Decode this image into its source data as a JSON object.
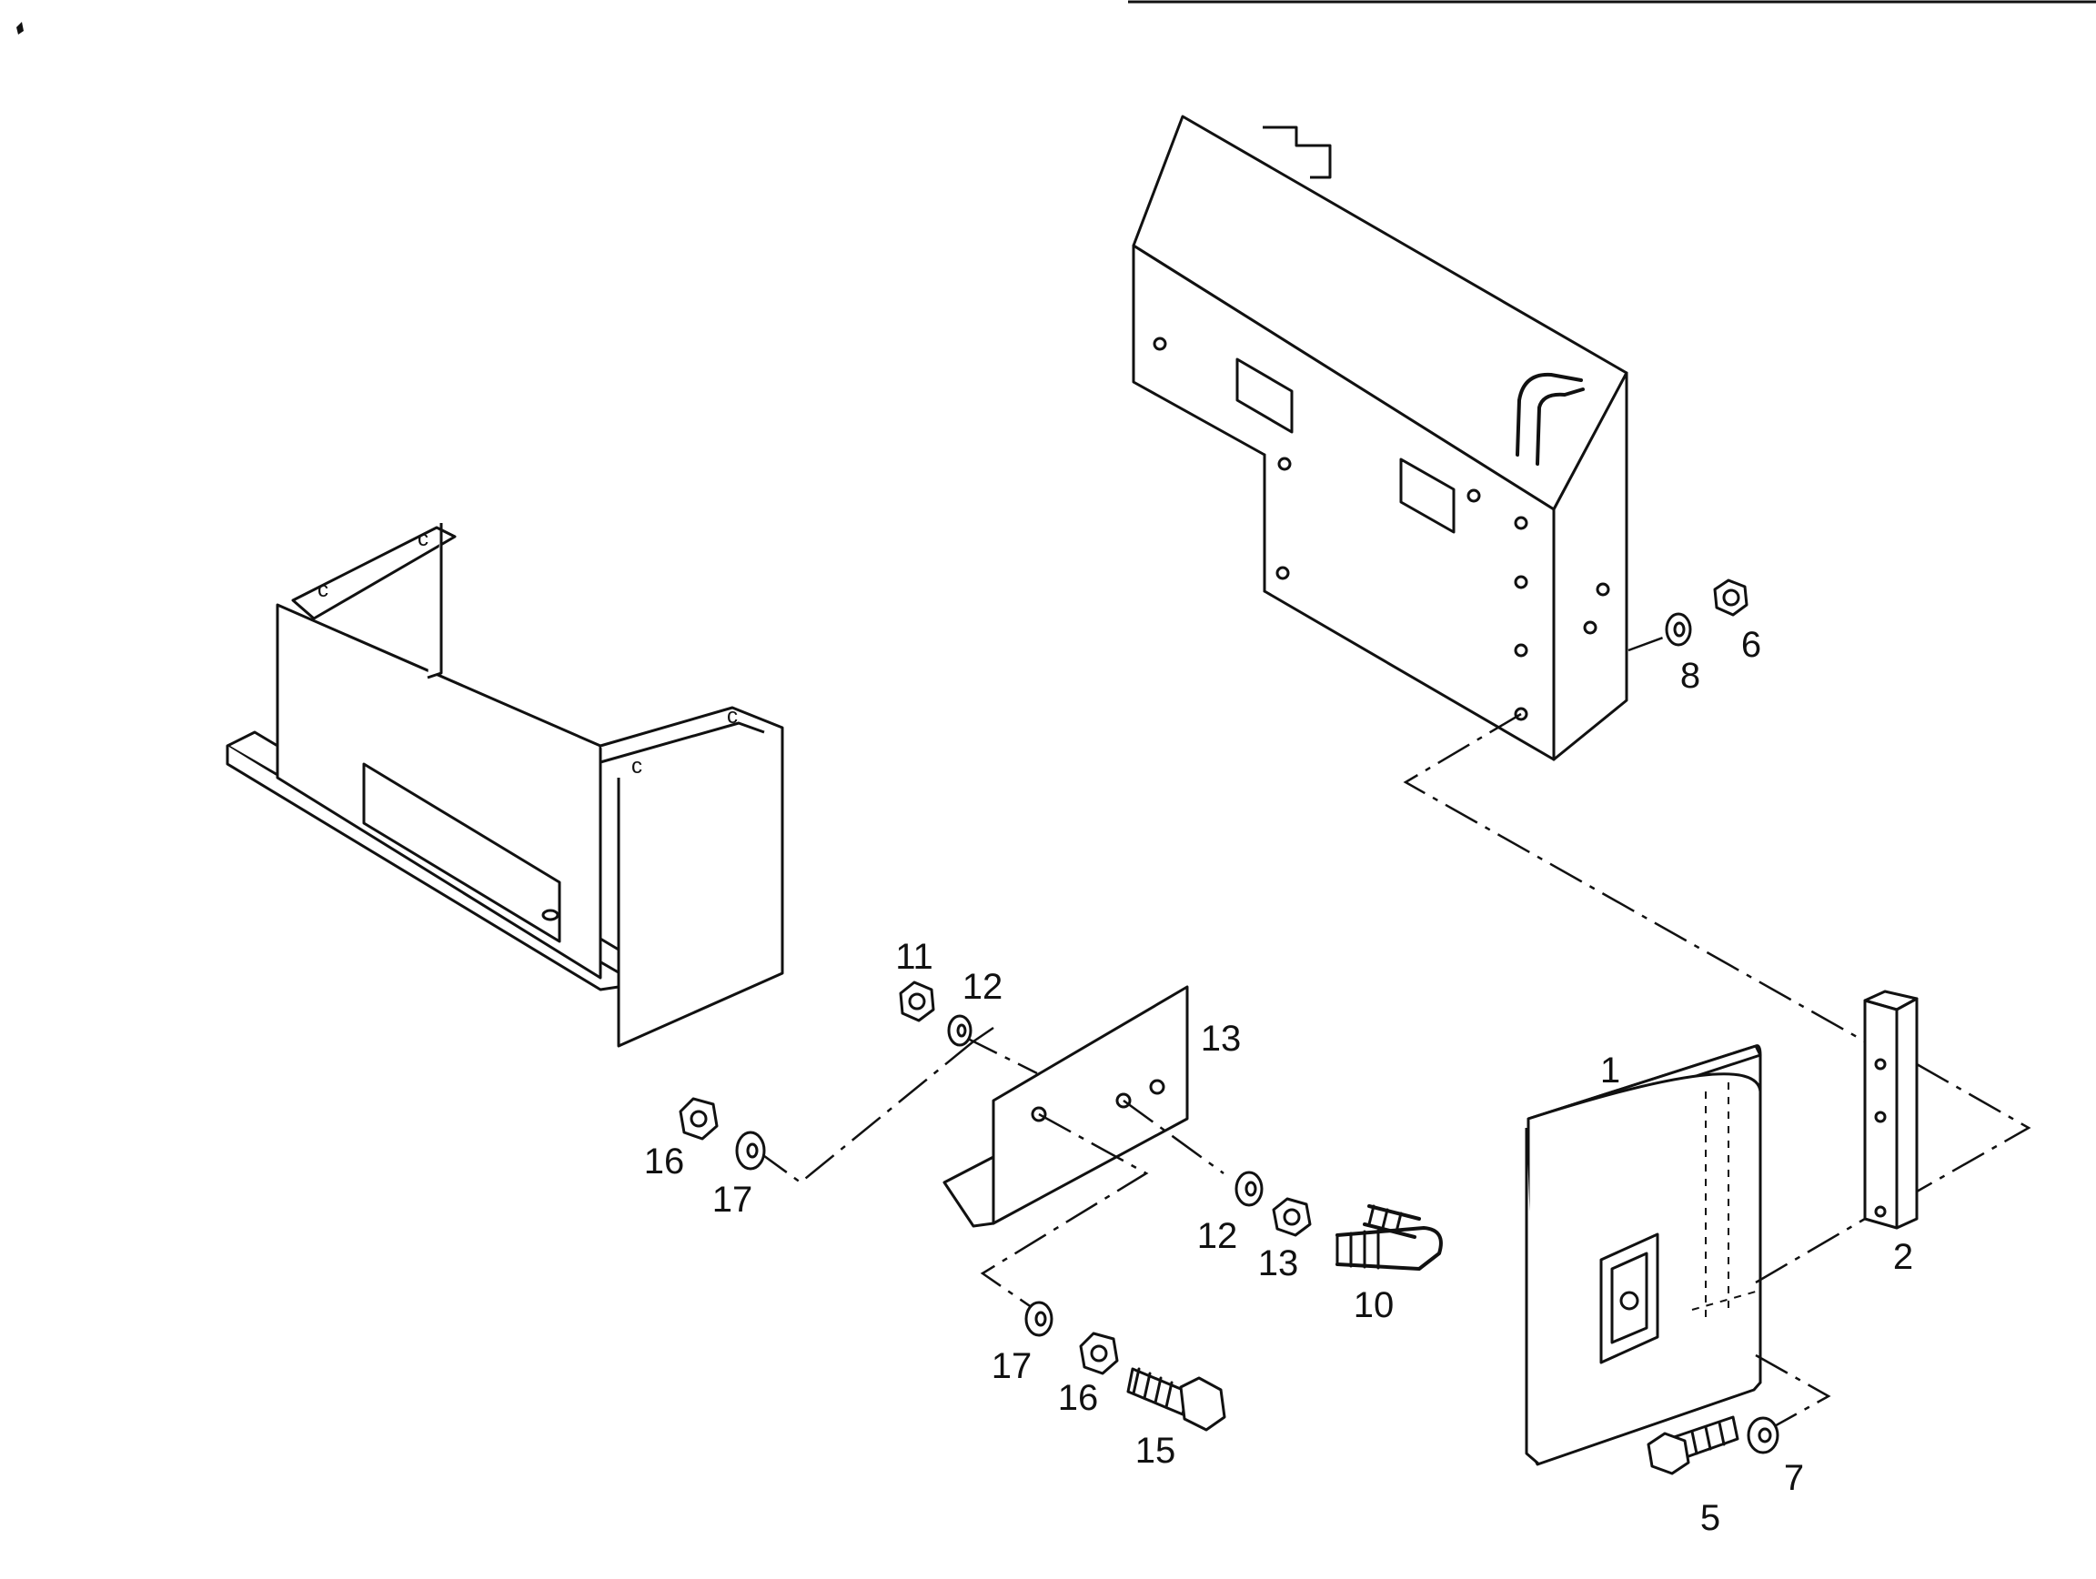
{
  "diagram": {
    "callouts": [
      {
        "id": "c1",
        "text": "1"
      },
      {
        "id": "c2",
        "text": "2"
      },
      {
        "id": "c5",
        "text": "5"
      },
      {
        "id": "c6",
        "text": "6"
      },
      {
        "id": "c7",
        "text": "7"
      },
      {
        "id": "c8",
        "text": "8"
      },
      {
        "id": "c10",
        "text": "10"
      },
      {
        "id": "c11",
        "text": "11"
      },
      {
        "id": "c12a",
        "text": "12"
      },
      {
        "id": "c12b",
        "text": "12"
      },
      {
        "id": "c13a",
        "text": "13"
      },
      {
        "id": "c13b",
        "text": "13"
      },
      {
        "id": "c15",
        "text": "15"
      },
      {
        "id": "c16a",
        "text": "16"
      },
      {
        "id": "c16b",
        "text": "16"
      },
      {
        "id": "c17a",
        "text": "17"
      },
      {
        "id": "c17b",
        "text": "17"
      }
    ],
    "parts": [
      {
        "name": "cover-panel"
      },
      {
        "name": "spacer-bar"
      },
      {
        "name": "bolt"
      },
      {
        "name": "nut"
      },
      {
        "name": "washer"
      },
      {
        "name": "lock-washer"
      },
      {
        "name": "u-bolt"
      },
      {
        "name": "angle-bracket"
      },
      {
        "name": "support-frame"
      },
      {
        "name": "battery-box"
      }
    ]
  }
}
